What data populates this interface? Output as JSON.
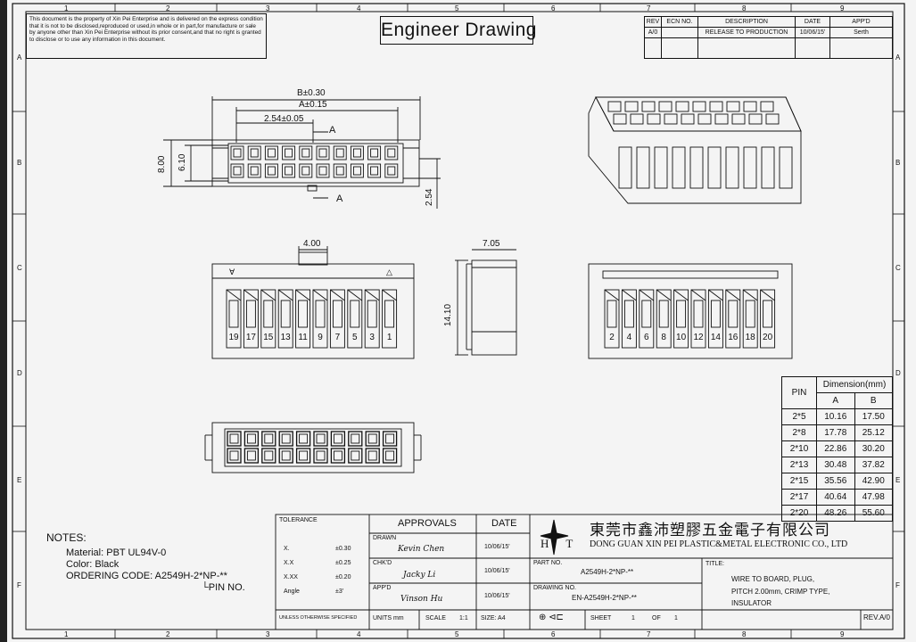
{
  "border": {
    "columns": [
      "1",
      "2",
      "3",
      "4",
      "5",
      "6",
      "7",
      "8",
      "9"
    ],
    "rows": [
      "A",
      "B",
      "C",
      "D",
      "E",
      "F"
    ]
  },
  "disclaimer": "This document is the property of Xin Pei Enterprise and is delivered on the express condition that it is not to be disclosed,reproduced or used,in whole or in part,for manufacture or sale by anyone other than Xin Pei Enterprise without its prior consent,and that no right is granted to disclose or to use any information in this document.",
  "title": "Engineer Drawing",
  "revision_table": {
    "headers": [
      "REV",
      "ECN NO.",
      "DESCRIPTION",
      "DATE",
      "APP'D"
    ],
    "rows": [
      [
        "A/0",
        "",
        "RELEASE TO PRODUCTION",
        "10/06/15'",
        "Serth"
      ]
    ]
  },
  "dimensions": {
    "b_tol": "B±0.30",
    "a_tol": "A±0.15",
    "pitch": "2.54±0.05",
    "section_a": "A",
    "h_800": "8.00",
    "h_610": "6.10",
    "h_254": "2.54",
    "w_400": "4.00",
    "w_705": "7.05",
    "h_1410": "14.10"
  },
  "pins_odd": [
    "19",
    "17",
    "15",
    "13",
    "11",
    "9",
    "7",
    "5",
    "3",
    "1"
  ],
  "pins_even": [
    "2",
    "4",
    "6",
    "8",
    "10",
    "12",
    "14",
    "16",
    "18",
    "20"
  ],
  "dim_table": {
    "pin_header": "PIN",
    "dim_header": "Dimension(mm)",
    "col_a": "A",
    "col_b": "B",
    "rows": [
      [
        "2*5",
        "10.16",
        "17.50"
      ],
      [
        "2*8",
        "17.78",
        "25.12"
      ],
      [
        "2*10",
        "22.86",
        "30.20"
      ],
      [
        "2*13",
        "30.48",
        "37.82"
      ],
      [
        "2*15",
        "35.56",
        "42.90"
      ],
      [
        "2*17",
        "40.64",
        "47.98"
      ],
      [
        "2*20",
        "48.26",
        "55.60"
      ]
    ]
  },
  "notes": {
    "heading": "NOTES:",
    "material": "Material: PBT UL94V-0",
    "color": "Color: Black",
    "ordering": "ORDERING CODE: A2549H-2*NP-**",
    "pin_no": "└PIN NO."
  },
  "tolerance": {
    "heading": "TOLERANCE",
    "rows": [
      [
        "X.",
        "±0.30"
      ],
      [
        "X.X",
        "±0.25"
      ],
      [
        "X.XX",
        "±0.20"
      ],
      [
        "Angle",
        "±3'"
      ]
    ],
    "footer": "UNLESS OTHERWISE SPECIFIED"
  },
  "approvals": {
    "heading": "APPROVALS",
    "date_heading": "DATE",
    "drawn_label": "DRAWN",
    "drawn_name": "Kevin Chen",
    "drawn_date": "10/06/15'",
    "chkd_label": "CHK'D",
    "chkd_name": "Jacky Li",
    "chkd_date": "10/06/15'",
    "appd_label": "APP'D",
    "appd_name": "Vinson Hu",
    "appd_date": "10/06/15'",
    "units": "UNITS mm",
    "scale_label": "SCALE",
    "scale": "1:1"
  },
  "company": {
    "logo": "H T",
    "name_cn": "東莞市鑫沛塑膠五金電子有限公司",
    "name_en": "DONG GUAN XIN PEI PLASTIC&METAL ELECTRONIC CO., LTD"
  },
  "title_block": {
    "part_label": "PART NO.",
    "part_no": "A2549H-2*NP-**",
    "drawing_label": "DRAWING NO.",
    "drawing_no": "EN-A2549H-2*NP-**",
    "size": "SIZE: A4",
    "sheet_label": "SHEET",
    "sheet": "1",
    "of_label": "OF",
    "of": "1",
    "title_label": "TITLE:",
    "title_lines": [
      "WIRE TO BOARD, PLUG,",
      "PITCH 2.00mm, CRIMP TYPE,",
      "INSULATOR"
    ],
    "rev": "REV.A/0"
  }
}
